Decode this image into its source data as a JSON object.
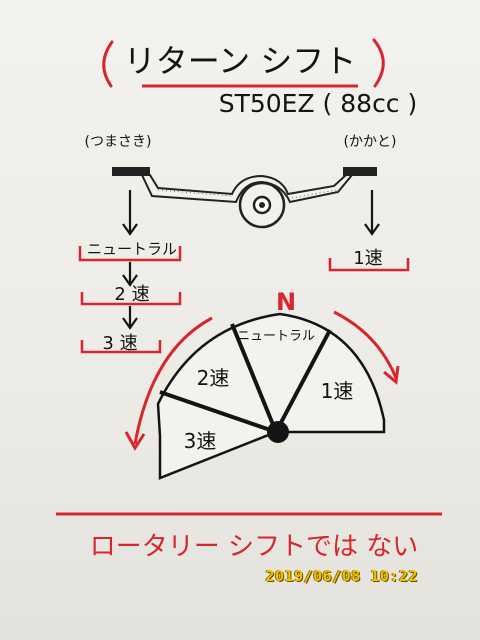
{
  "title": "リターン シフト",
  "model": "ST50EZ ( 88cc )",
  "toe_label": "(つまさき)",
  "heel_label": "(かかと)",
  "toe_steps": [
    "ニュートラル",
    "2 速",
    "3 速"
  ],
  "heel_steps": [
    "1速"
  ],
  "dial": {
    "top_label": "N",
    "sectors": [
      "3速",
      "2速",
      "ニュートラル",
      "1速"
    ]
  },
  "footer": "ロータリー シフトでは ない",
  "timestamp": "2019/06/08  10:22",
  "colors": {
    "red": "#d8262e",
    "ink": "#141414",
    "stamp": "#f2c200"
  }
}
